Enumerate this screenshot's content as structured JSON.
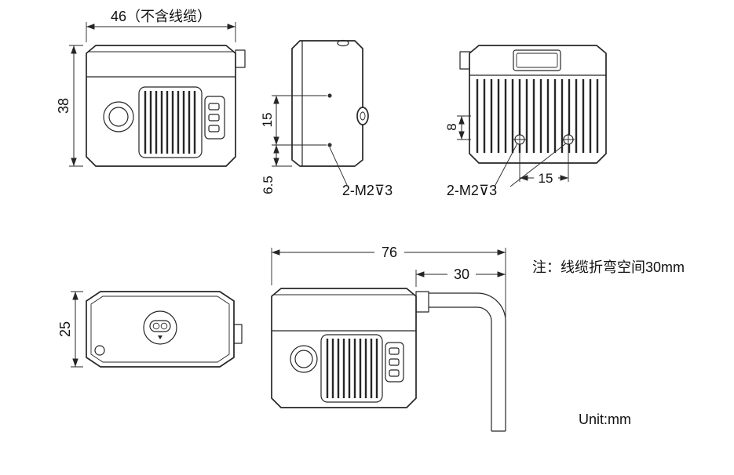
{
  "drawing": {
    "front": {
      "dim_width": "46（不含线缆）",
      "dim_height": "38"
    },
    "side": {
      "dim_hole_spacing": "15",
      "dim_hole_offset": "6.5",
      "thread_label": "2-M2⊽3"
    },
    "back": {
      "dim_hole_height": "8",
      "thread_label": "2-M2⊽3",
      "dim_hole_spacing": "15"
    },
    "top": {
      "dim_depth": "25"
    },
    "cable": {
      "dim_total": "76",
      "dim_bend": "30"
    },
    "note": "注：线缆折弯空间30mm",
    "unit": "Unit:mm"
  }
}
